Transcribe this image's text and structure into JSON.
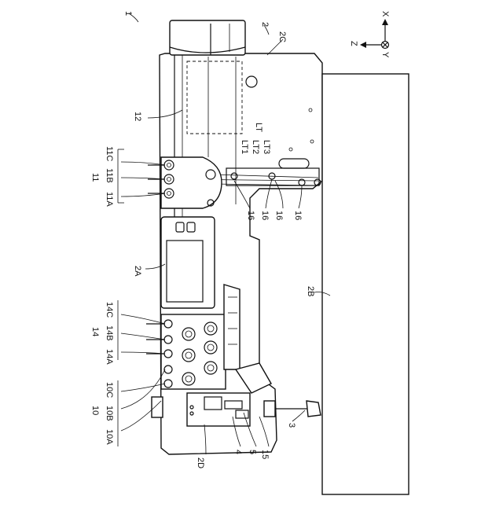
{
  "figure": {
    "axes": {
      "x": "X",
      "y": "Y",
      "z": "Z"
    },
    "labels": {
      "l_1": "1",
      "l_2": "2",
      "l_2C": "2C",
      "l_12": "12",
      "l_11": "11",
      "l_11A": "11A",
      "l_11B": "11B",
      "l_11C": "11C",
      "l_LT": "LT",
      "l_LT1": "LT1",
      "l_LT2": "LT2",
      "l_LT3": "LT3",
      "l_16a": "16",
      "l_16b": "16",
      "l_16c": "16",
      "l_16d": "16",
      "l_2A": "2A",
      "l_2B": "2B",
      "l_14": "14",
      "l_14A": "14A",
      "l_14B": "14B",
      "l_14C": "14C",
      "l_10": "10",
      "l_10A": "10A",
      "l_10B": "10B",
      "l_10C": "10C",
      "l_2D": "2D",
      "l_4": "4",
      "l_5": "5",
      "l_15": "15",
      "l_3": "3"
    }
  }
}
